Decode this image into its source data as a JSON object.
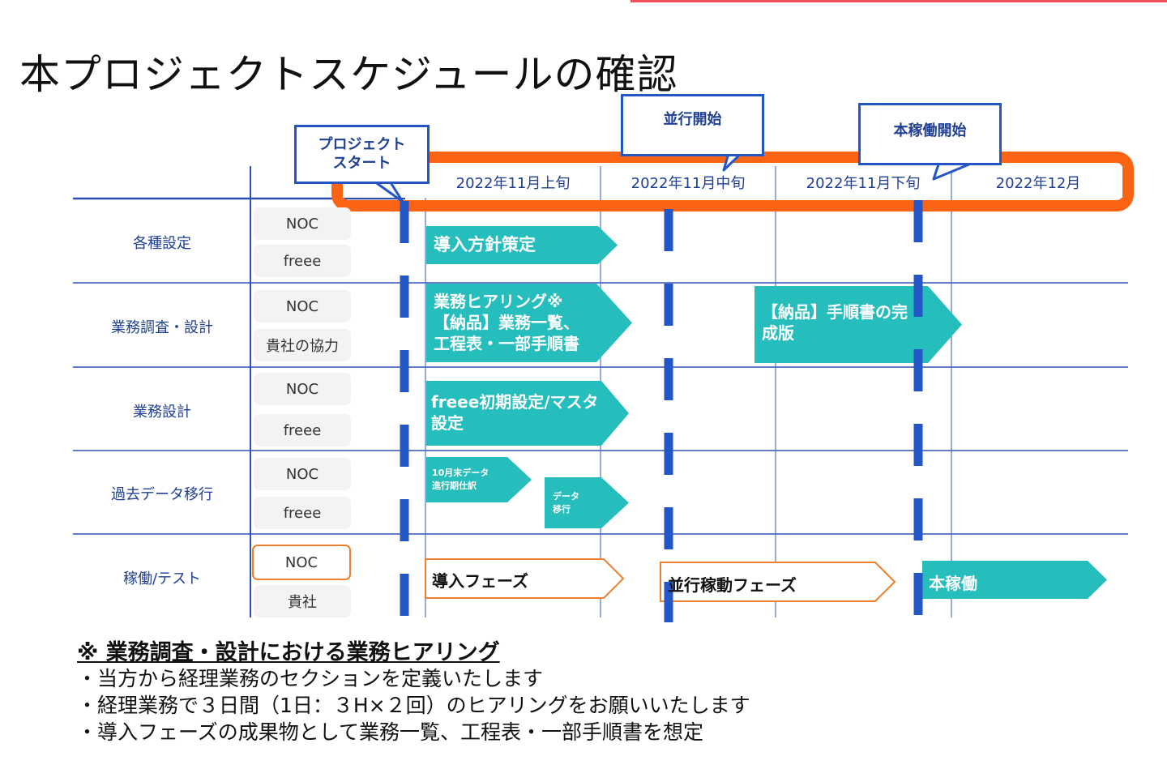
{
  "page": {
    "title": "本プロジェクトスケジュールの確認"
  },
  "timeline": {
    "periods": [
      "2022年11月上旬",
      "2022年11月中旬",
      "2022年11月下旬",
      "2022年12月"
    ]
  },
  "milestones": [
    {
      "label": "プロジェクトスタート",
      "line1": "プロジェクト",
      "line2": "スタート"
    },
    {
      "label": "並行開始"
    },
    {
      "label": "本稼働開始"
    }
  ],
  "categories": [
    {
      "name": "各種設定",
      "roles": [
        "NOC",
        "freee"
      ]
    },
    {
      "name": "業務調査・設計",
      "roles": [
        "NOC",
        "貴社の協力"
      ]
    },
    {
      "name": "業務設計",
      "roles": [
        "NOC",
        "freee"
      ]
    },
    {
      "name": "過去データ移行",
      "roles": [
        "NOC",
        "freee"
      ]
    },
    {
      "name": "稼働/テスト",
      "roles": [
        "NOC",
        "貴社"
      ],
      "highlighted_role": "NOC"
    }
  ],
  "tasks": [
    {
      "category": "各種設定",
      "lines": [
        "導入方針策定"
      ]
    },
    {
      "category": "業務調査・設計",
      "lines": [
        "業務ヒアリング※",
        " 【納品】業務一覧、",
        "工程表・一部手順書"
      ]
    },
    {
      "category": "業務調査・設計",
      "lines": [
        "【納品】手順書の完",
        "成版"
      ]
    },
    {
      "category": "業務設計",
      "lines": [
        "freee初期設定/マスタ",
        "設定"
      ]
    },
    {
      "category": "過去データ移行",
      "lines": [
        "10月末データ",
        "進行期仕訳"
      ]
    },
    {
      "category": "過去データ移行",
      "lines": [
        "データ",
        "移行"
      ]
    }
  ],
  "phases": [
    {
      "label": "導入フェーズ",
      "style": "outline"
    },
    {
      "label": "並行稼動フェーズ",
      "style": "outline"
    },
    {
      "label": "本稼働",
      "style": "filled"
    }
  ],
  "notes": {
    "heading": "※ 業務調査・設計における業務ヒアリング",
    "items": [
      "・当方から経理業務のセクションを定義いたします",
      "・経理業務で３日間（1日：３H×２回）のヒアリングをお願いいたします",
      "・導入フェーズの成果物として業務一覧、工程表・一部手順書を想定"
    ]
  },
  "colors": {
    "accent_orange": "#fa6414",
    "milestone_blue": "#2456c6",
    "grid_blue": "#4a67c0",
    "task_teal": "#26bdbd",
    "phase_outline": "#ef7e2f",
    "label_navy": "#1f3f93"
  }
}
